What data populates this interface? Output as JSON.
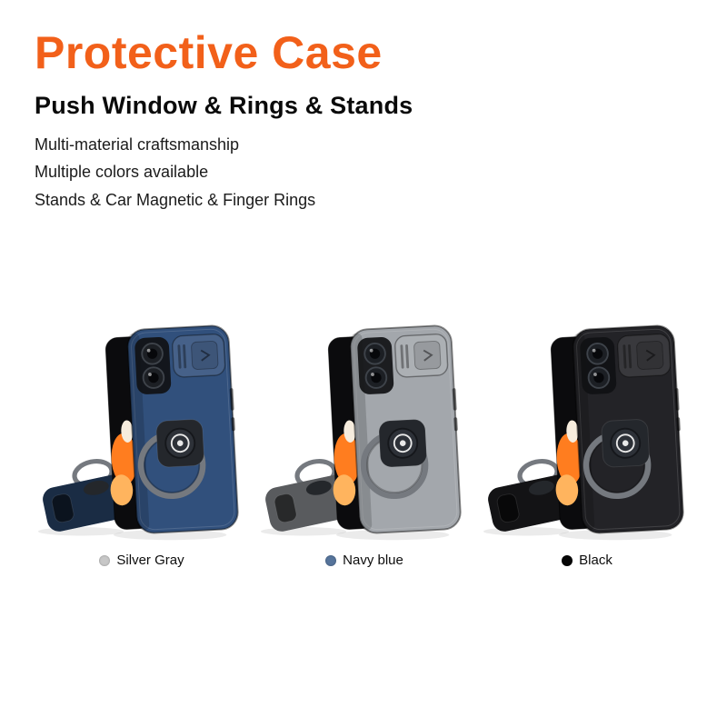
{
  "header": {
    "title": "Protective Case",
    "title_color": "#f2601a",
    "subtitle": "Push Window & Rings & Stands",
    "features": [
      "Multi-material craftsmanship",
      "Multiple colors available",
      "Stands & Car Magnetic & Finger Rings"
    ]
  },
  "products": [
    {
      "label": "Silver Gray",
      "dot_color": "#c7c7c7",
      "case_color": "#31507c"
    },
    {
      "label": "Navy blue",
      "dot_color": "#56749b",
      "case_color": "#a3a7ac"
    },
    {
      "label": "Black",
      "dot_color": "#060606",
      "case_color": "#232327"
    }
  ],
  "artwork": {
    "screen_color": "#0b0b0d",
    "flower_color": "#ff7d1f",
    "ring_color": "#75797f",
    "camera_color": "#101114"
  }
}
